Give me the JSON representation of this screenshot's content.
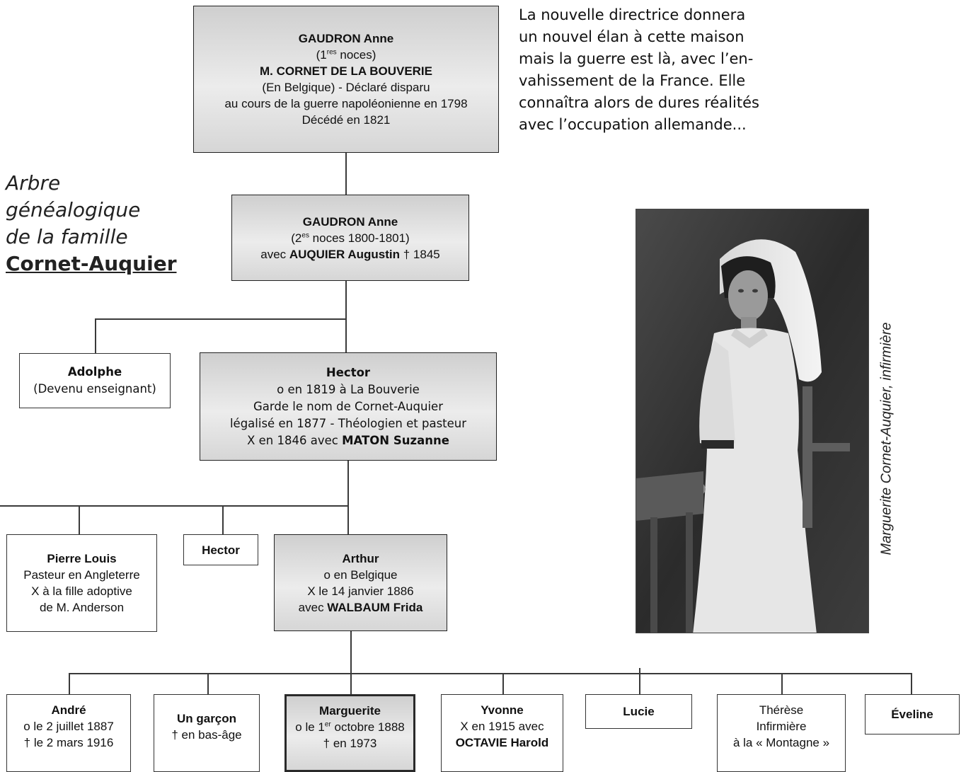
{
  "intro_text": [
    "La nouvelle directrice donnera",
    "un nouvel élan à cette maison",
    "mais la guerre est là, avec l’en-",
    "vahissement de la France. Elle",
    "connaîtra alors de dures réalités",
    "avec  l’occupation allemande..."
  ],
  "tree_title": {
    "line1": "Arbre",
    "line2": "généalogique",
    "line3": "de la famille",
    "family": "Cornet-Auquier"
  },
  "photo_caption": "Marguerite Cornet-Auquier, infirmière",
  "nodes": {
    "gaudron1": {
      "name": "GAUDRON Anne",
      "noces_pre": "(1",
      "noces_sup": "res",
      "noces_post": " noces)",
      "spouse": "M. CORNET DE LA BOUVERIE",
      "line1": "(En Belgique)  - Déclaré disparu",
      "line2": "au cours de la guerre napoléonienne en 1798",
      "line3": "Décédé en 1821"
    },
    "gaudron2": {
      "name": "GAUDRON Anne",
      "noces_pre": "(2",
      "noces_sup": "es",
      "noces_post": " noces 1800-1801)",
      "spouse_pre": "avec ",
      "spouse": "AUQUIER Augustin",
      "spouse_post": " † 1845"
    },
    "adolphe": {
      "name": "Adolphe",
      "detail": "(Devenu enseignant)"
    },
    "hector1": {
      "name": "Hector",
      "line1": "o en 1819 à La Bouverie",
      "line2": "Garde le nom de Cornet-Auquier",
      "line3": "légalisé en 1877 - Théologien et pasteur",
      "line4_pre": "X en 1846 avec ",
      "line4_spouse": "MATON Suzanne"
    },
    "pierre_louis": {
      "name": "Pierre Louis",
      "line1": "Pasteur en Angleterre",
      "line2": "X à la fille adoptive",
      "line3": "de M. Anderson"
    },
    "hector2": {
      "name": "Hector"
    },
    "arthur": {
      "name": "Arthur",
      "line1": "o en Belgique",
      "line2": "X le 14 janvier 1886",
      "line3_pre": "avec ",
      "line3_spouse": "WALBAUM Frida"
    },
    "andre": {
      "name": "André",
      "line1": "o le 2 juillet 1887",
      "line2": "† le 2 mars 1916"
    },
    "un_garcon": {
      "name": "Un garçon",
      "line1": "† en bas-âge"
    },
    "marguerite": {
      "name": "Marguerite",
      "line1_pre": "o le 1",
      "line1_sup": "er",
      "line1_post": " octobre 1888",
      "line2": "† en 1973"
    },
    "yvonne": {
      "name": "Yvonne",
      "line1": "X en 1915 avec",
      "line2": "OCTAVIE Harold"
    },
    "lucie": {
      "name": "Lucie"
    },
    "therese": {
      "name": "Thérèse",
      "line1": "Infirmière",
      "line2": "à la « Montagne »"
    },
    "eveline": {
      "name": "Éveline"
    }
  }
}
